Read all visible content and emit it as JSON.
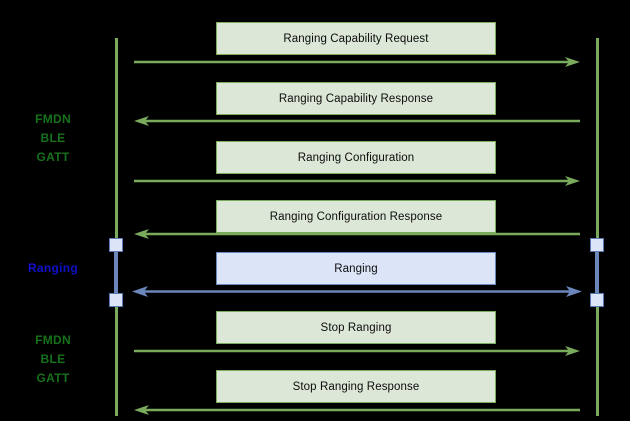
{
  "diagram": {
    "type": "sequence-diagram",
    "title": "",
    "colors": {
      "background": "#000000",
      "lifeline_green": "#7aab5c",
      "lifeline_blue": "#6b86bb",
      "box_green_fill": "#dde7d7",
      "box_green_border": "#7aab5c",
      "box_blue_fill": "#dce5f7",
      "box_blue_border": "#6b86bb",
      "label_green": "#16721a",
      "label_blue": "#1111cc",
      "activation_fill": "#dbe5f7",
      "activation_border": "#5b7ab5"
    }
  },
  "phase_labels": [
    {
      "name": "fmdn-ble-gatt-top",
      "lines": [
        "FMDN",
        "BLE",
        "GATT"
      ],
      "color": "green"
    },
    {
      "name": "ranging-phase",
      "lines": [
        "Ranging"
      ],
      "color": "blue"
    },
    {
      "name": "fmdn-ble-gatt-bottom",
      "lines": [
        "FMDN",
        "BLE",
        "GATT"
      ],
      "color": "green"
    }
  ],
  "messages": [
    {
      "label": "Ranging Capability Request",
      "direction": "right",
      "style": "green"
    },
    {
      "label": "Ranging Capability Response",
      "direction": "left",
      "style": "green"
    },
    {
      "label": "Ranging Configuration",
      "direction": "right",
      "style": "green"
    },
    {
      "label": "Ranging Configuration Response",
      "direction": "left",
      "style": "green"
    },
    {
      "label": "Ranging",
      "direction": "both",
      "style": "blue"
    },
    {
      "label": "Stop Ranging",
      "direction": "right",
      "style": "green"
    },
    {
      "label": "Stop Ranging Response",
      "direction": "left",
      "style": "green"
    }
  ]
}
